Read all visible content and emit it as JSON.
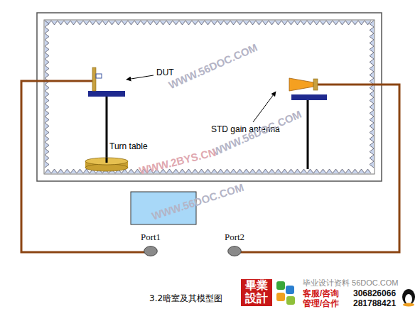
{
  "diagram": {
    "caption": "3.2暗室及其模型图",
    "nodes": [
      {
        "text": [
          "Port1"
        ]
      },
      {
        "text": [
          "Port2"
        ]
      }
    ],
    "labels": [
      "DUT",
      "STD gain antenna",
      "Turn table",
      "WWW.56DOC.COM",
      "WWW.56DOC.COM",
      "WWW.2BYS.CN",
      "WWW.56DOC.COM",
      "畢業設計",
      "毕业设计资料 56DOC.COM",
      "客服/咨询",
      "306826066",
      "管理/合作",
      "281788421"
    ]
  }
}
